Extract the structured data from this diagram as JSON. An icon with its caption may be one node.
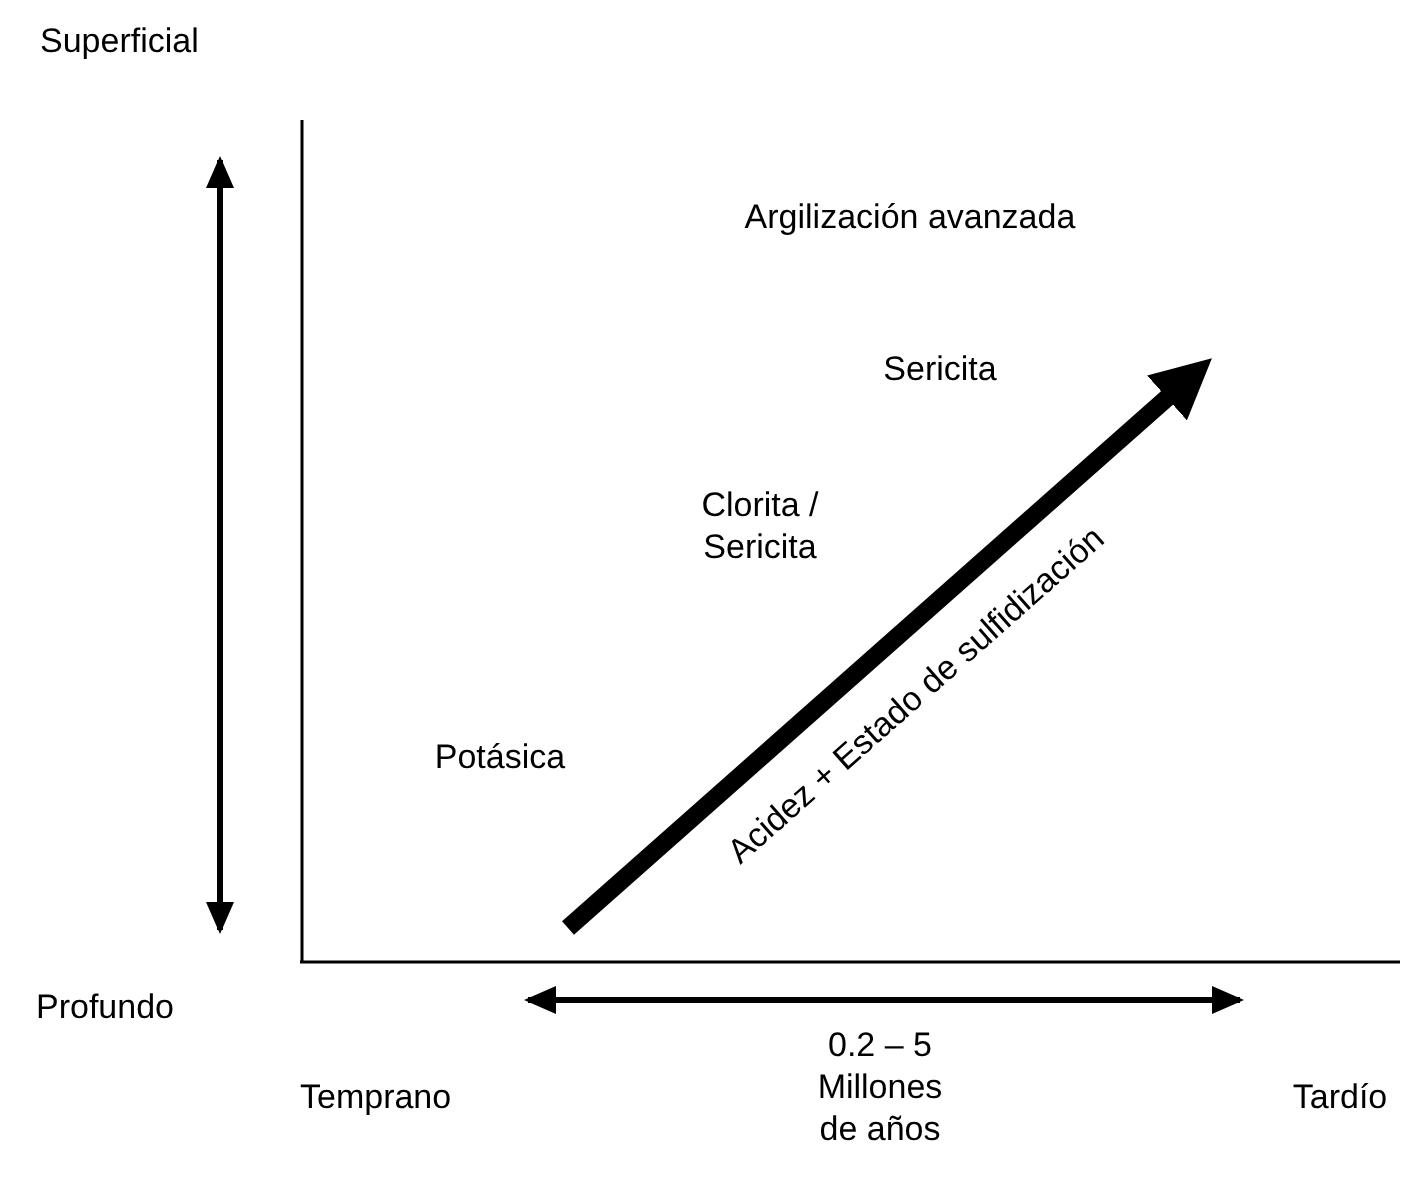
{
  "diagram": {
    "labels": [
      "Superficial",
      "Profundo",
      "Argilización avanzada",
      "Sericita",
      "Clorita / Sericita",
      "Potásica",
      "Temprano",
      "Tardío",
      "0.2 – 5 Millones de años",
      "Acidez + Estado de sulfidización"
    ]
  }
}
